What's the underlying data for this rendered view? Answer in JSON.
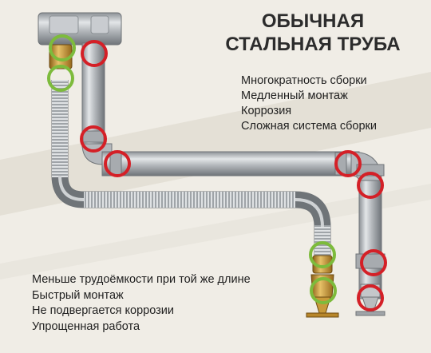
{
  "header": {
    "title_line1": "ОБЫЧНАЯ",
    "title_line2": "СТАЛЬНАЯ ТРУБА"
  },
  "steel_pipe_drawbacks": [
    "Многократность сборки",
    "Медленный монтаж",
    "Коррозия",
    "Сложная система сборки"
  ],
  "corrugated_pipe_benefits": [
    "Меньше трудоёмкости при той же длине",
    "Быстрый монтаж",
    "Не подвергается коррозии",
    "Упрощенная работа"
  ],
  "colors": {
    "background": "#f0ede6",
    "joint_marker_steel": "#d42027",
    "joint_marker_flexible": "#7dbb3c",
    "steel_pipe": "#a9adb1",
    "brass_fitting": "#c9962f"
  },
  "icons": {
    "steel_joint": "red-circle-marker",
    "flexible_joint": "green-circle-marker",
    "fitting": "sprinkler-head"
  }
}
